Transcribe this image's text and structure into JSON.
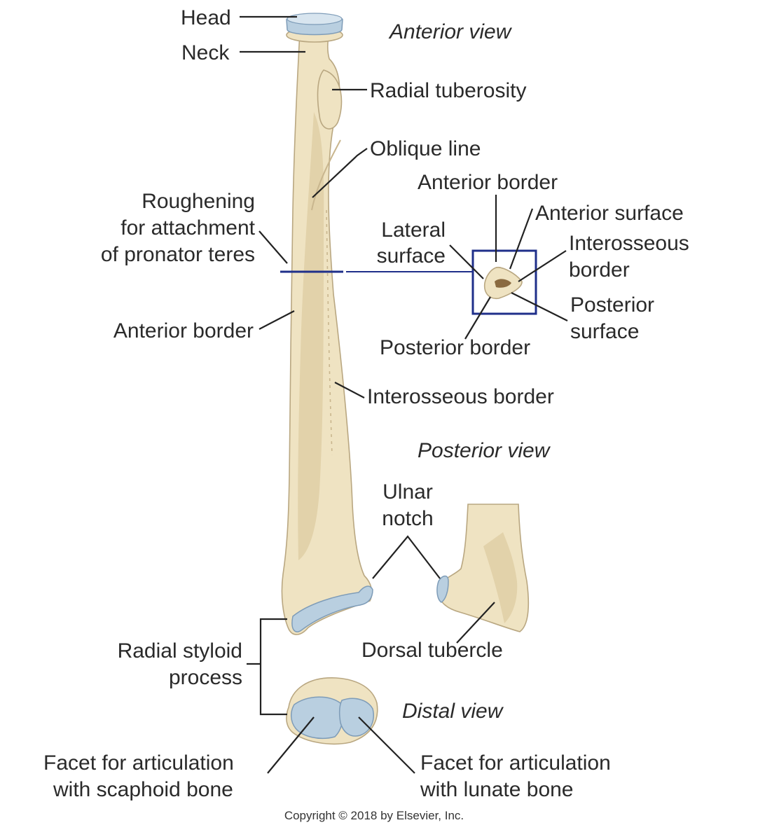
{
  "views": {
    "anterior": "Anterior view",
    "posterior": "Posterior view",
    "distal": "Distal view"
  },
  "labels": {
    "head": "Head",
    "neck": "Neck",
    "radial_tuberosity": "Radial tuberosity",
    "oblique_line": "Oblique line",
    "roughening": [
      "Roughening",
      "for attachment",
      "of pronator teres"
    ],
    "anterior_border_shaft": "Anterior border",
    "interosseous_border_shaft": "Interosseous border",
    "section_anterior_border": "Anterior border",
    "section_anterior_surface": "Anterior surface",
    "section_lateral_surface": [
      "Lateral",
      "surface"
    ],
    "section_interosseous_border": [
      "Interosseous",
      "border"
    ],
    "section_posterior_surface": [
      "Posterior",
      "surface"
    ],
    "section_posterior_border": "Posterior border",
    "ulnar_notch": [
      "Ulnar",
      "notch"
    ],
    "dorsal_tubercle": "Dorsal tubercle",
    "radial_styloid": [
      "Radial styloid",
      "process"
    ],
    "facet_scaphoid": [
      "Facet for articulation",
      "with scaphoid bone"
    ],
    "facet_lunate": [
      "Facet for articulation",
      "with lunate bone"
    ]
  },
  "copyright": "Copyright © 2018 by Elsevier, Inc.",
  "colors": {
    "bone": "#efe3c2",
    "cartilage": "#b9cfe0",
    "section_line": "#1f2f8a",
    "text": "#2a2a2a"
  }
}
